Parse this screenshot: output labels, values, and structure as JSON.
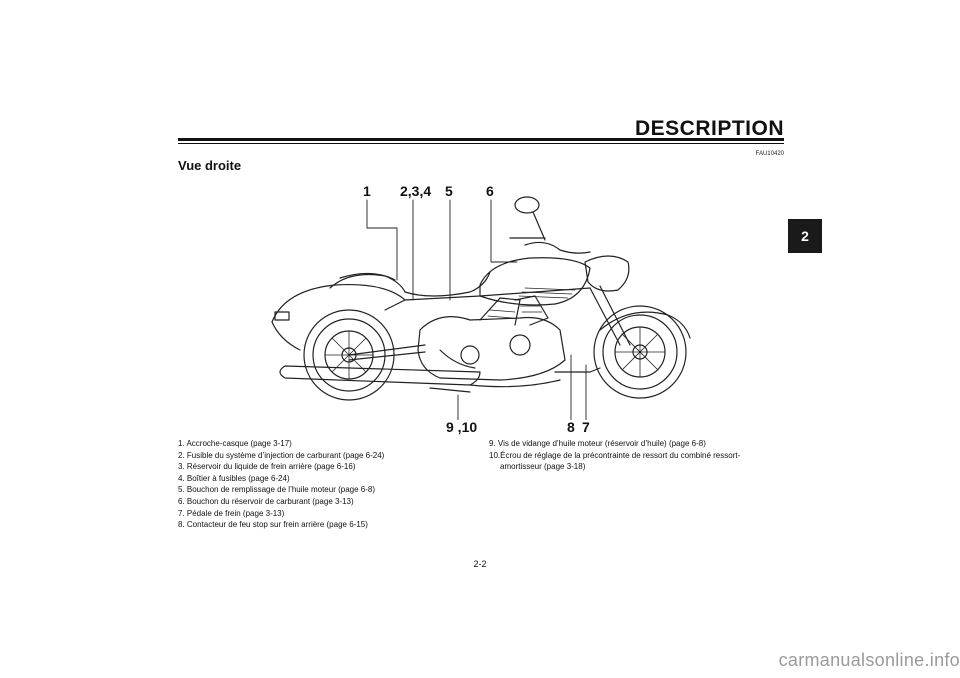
{
  "header": {
    "title": "DESCRIPTION",
    "chapter_tab": "2"
  },
  "ref_code": "FAU10420",
  "section_title": "Vue droite",
  "callouts": {
    "c1": "1",
    "c234": "2,3,4",
    "c5": "5",
    "c6": "6",
    "c910": "9 ,10",
    "c8": "8",
    "c7": "7"
  },
  "legend": {
    "left": [
      "1. Accroche-casque (page 3-17)",
      "2. Fusible du système d’injection de carburant (page 6-24)",
      "3. Réservoir du liquide de frein arrière (page 6-16)",
      "4. Boîtier à fusibles (page 6-24)",
      "5. Bouchon de remplissage de l’huile moteur (page 6-8)",
      "6. Bouchon du réservoir de carburant (page 3-13)",
      "7. Pédale de frein (page 3-13)",
      "8. Contacteur de feu stop sur frein arrière (page 6-15)"
    ],
    "right_item9": "9. Vis de vidange d’huile moteur (réservoir d’huile) (page 6-8)",
    "right_item10_line1": "10.Écrou de réglage de la précontrainte de ressort du combiné ressort-",
    "right_item10_line2": "amortisseur (page 3-18)"
  },
  "page_number": "2-2",
  "watermark": "carmanualsonline.info"
}
